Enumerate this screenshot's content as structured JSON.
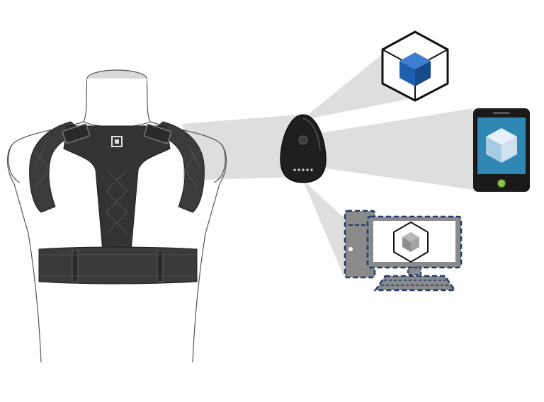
{
  "diagram": {
    "components": [
      {
        "id": "posture-harness",
        "kind": "wearable"
      },
      {
        "id": "sensor-pod",
        "kind": "device"
      },
      {
        "id": "app-cube",
        "kind": "icon"
      },
      {
        "id": "smartphone",
        "kind": "device"
      },
      {
        "id": "desktop-computer",
        "kind": "device"
      }
    ],
    "connections": [
      {
        "from": "posture-harness",
        "to": "sensor-pod"
      },
      {
        "from": "sensor-pod",
        "to": "app-cube"
      },
      {
        "from": "sensor-pod",
        "to": "smartphone"
      },
      {
        "from": "sensor-pod",
        "to": "desktop-computer"
      }
    ],
    "icons": [
      "harness-logo-icon",
      "cube-icon",
      "smartphone-icon",
      "desktop-icon"
    ]
  },
  "colors": {
    "beam": "#dedede",
    "strap": "#3b3b3b",
    "strap_dark": "#2a2a2a",
    "outline": "#555555",
    "cube_blue": "#1f5fae",
    "phone_screen": "#2f87b4",
    "phone_button": "#8bc34a",
    "computer_gray": "#8a8a8a",
    "dashed_border": "#1f3b6e"
  }
}
